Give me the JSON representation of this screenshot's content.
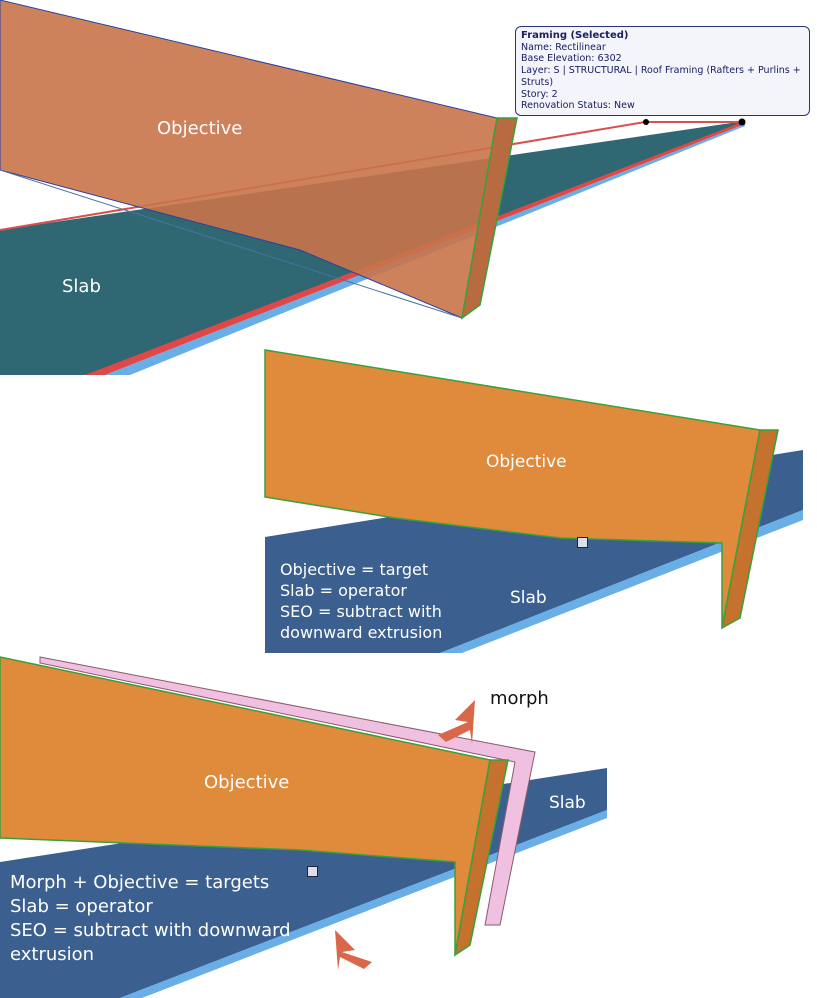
{
  "panel1": {
    "beam_label": "Objective",
    "slab_label": "Slab",
    "tooltip": {
      "title": "Framing (Selected)",
      "name": "Name: Rectilinear",
      "base_elevation": "Base Elevation: 6302",
      "layer": "Layer: S  | STRUCTURAL  | Roof Framing (Rafters + Purlins + Struts)",
      "story": "Story: 2",
      "renovation": "Renovation Status: New"
    }
  },
  "panel2": {
    "beam_label": "Objective",
    "slab_label": "Slab",
    "note": [
      "Objective = target",
      "Slab = operator",
      "SEO = subtract with",
      "downward extrusion"
    ]
  },
  "panel3": {
    "beam_label": "Objective",
    "slab_label": "Slab",
    "morph_label": "morph",
    "note": [
      "Morph + Objective = targets",
      "Slab = operator",
      "SEO = subtract with downward",
      "extrusion"
    ]
  },
  "colors": {
    "teal": "#2f6872",
    "orange": "#e08a3c",
    "slab_blue": "#3b5f8e",
    "edge_blue": "#6aaee8",
    "red": "#e04848",
    "arrow": "#d9674a"
  }
}
